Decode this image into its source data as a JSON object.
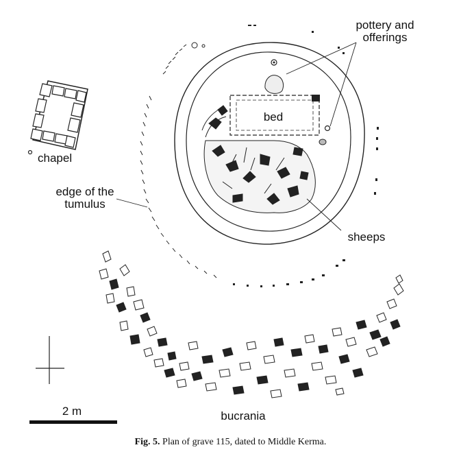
{
  "labels": {
    "pottery": [
      "pottery and",
      "offerings"
    ],
    "bed": "bed",
    "chapel": "chapel",
    "edge": [
      "edge of the",
      "tumulus"
    ],
    "sheeps": "sheeps",
    "bucrania": "bucrania",
    "scale": "2 m"
  },
  "caption": {
    "figno": "Fig. 5.",
    "text": "Plan of grave 115, dated to Middle Kerma."
  }
}
